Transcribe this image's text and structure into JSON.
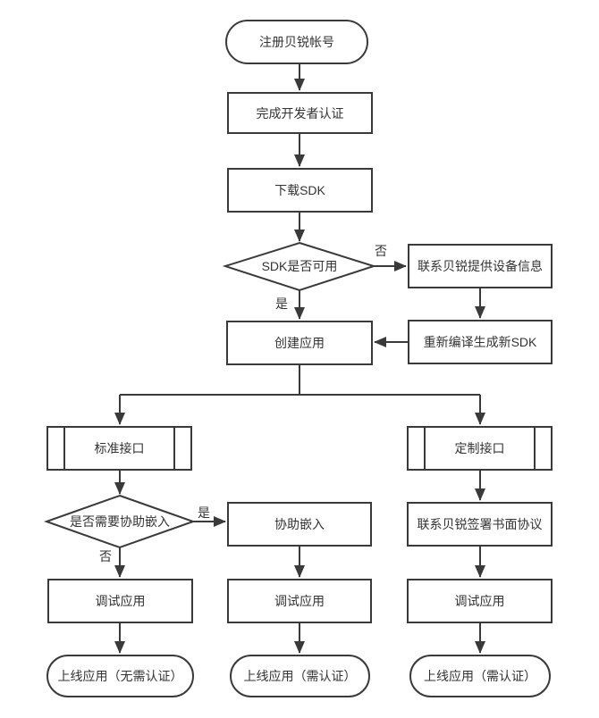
{
  "flowchart": {
    "colors": {
      "line": "#3a3a3a",
      "node_border": "#3a3a3a",
      "text": "#333333",
      "node_background": "#ffffff",
      "canvas_background": "#ffffff"
    },
    "nodes": {
      "register": {
        "label": "注册贝锐帐号",
        "shape": "terminator"
      },
      "dev_cert": {
        "label": "完成开发者认证",
        "shape": "process"
      },
      "download_sdk": {
        "label": "下载SDK",
        "shape": "process"
      },
      "sdk_usable": {
        "label": "SDK是否可用",
        "shape": "decision"
      },
      "contact_device_info": {
        "label": "联系贝锐提供设备信息",
        "shape": "process"
      },
      "recompile_sdk": {
        "label": "重新编译生成新SDK",
        "shape": "process"
      },
      "create_app": {
        "label": "创建应用",
        "shape": "process"
      },
      "standard_interface": {
        "label": "标准接口",
        "shape": "predefined-process"
      },
      "custom_interface": {
        "label": "定制接口",
        "shape": "predefined-process"
      },
      "need_assist_embed": {
        "label": "是否需要协助嵌入",
        "shape": "decision"
      },
      "assist_embed": {
        "label": "协助嵌入",
        "shape": "process"
      },
      "sign_agreement": {
        "label": "联系贝锐签署书面协议",
        "shape": "process"
      },
      "debug_app_left": {
        "label": "调试应用",
        "shape": "process"
      },
      "debug_app_middle": {
        "label": "调试应用",
        "shape": "process"
      },
      "debug_app_right": {
        "label": "调试应用",
        "shape": "process"
      },
      "launch_no_cert": {
        "label": "上线应用（无需认证）",
        "shape": "terminator"
      },
      "launch_cert_middle": {
        "label": "上线应用（需认证）",
        "shape": "terminator"
      },
      "launch_cert_right": {
        "label": "上线应用（需认证）",
        "shape": "terminator"
      }
    },
    "edge_labels": {
      "sdk_no": "否",
      "sdk_yes": "是",
      "assist_yes": "是",
      "assist_no": "否"
    },
    "edges": [
      {
        "from": "register",
        "to": "dev_cert"
      },
      {
        "from": "dev_cert",
        "to": "download_sdk"
      },
      {
        "from": "download_sdk",
        "to": "sdk_usable"
      },
      {
        "from": "sdk_usable",
        "to": "contact_device_info",
        "label": "否"
      },
      {
        "from": "sdk_usable",
        "to": "create_app",
        "label": "是"
      },
      {
        "from": "contact_device_info",
        "to": "recompile_sdk"
      },
      {
        "from": "recompile_sdk",
        "to": "create_app"
      },
      {
        "from": "create_app",
        "to": "standard_interface"
      },
      {
        "from": "create_app",
        "to": "custom_interface"
      },
      {
        "from": "standard_interface",
        "to": "need_assist_embed"
      },
      {
        "from": "need_assist_embed",
        "to": "assist_embed",
        "label": "是"
      },
      {
        "from": "need_assist_embed",
        "to": "debug_app_left",
        "label": "否"
      },
      {
        "from": "assist_embed",
        "to": "debug_app_middle"
      },
      {
        "from": "custom_interface",
        "to": "sign_agreement"
      },
      {
        "from": "sign_agreement",
        "to": "debug_app_right"
      },
      {
        "from": "debug_app_left",
        "to": "launch_no_cert"
      },
      {
        "from": "debug_app_middle",
        "to": "launch_cert_middle"
      },
      {
        "from": "debug_app_right",
        "to": "launch_cert_right"
      }
    ]
  }
}
